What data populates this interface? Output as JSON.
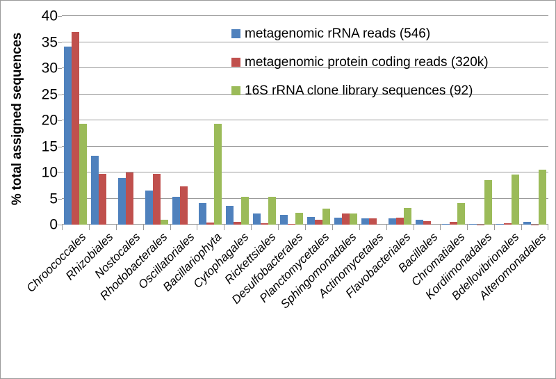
{
  "chart_data": {
    "type": "bar",
    "title": "",
    "xlabel": "",
    "ylabel": "% total assigned sequences",
    "ylim": [
      0,
      40
    ],
    "yticks": [
      0,
      5,
      10,
      15,
      20,
      25,
      30,
      35,
      40
    ],
    "grid": true,
    "legend_position": "top-center-inside",
    "categories": [
      "Chroococcales",
      "Rhizobiales",
      "Nostocales",
      "Rhodobacterales",
      "Oscillatoriales",
      "Bacillariophyta",
      "Cytophagales",
      "Rickettsiales",
      "Desulfobacterales",
      "Planctomycetales",
      "Sphingomonadales",
      "Actinomycetales",
      "Flavobacteriales",
      "Bacillales",
      "Chromatiales",
      "Kordiimonadales",
      "Bdellovibrionales",
      "Alteromonadales"
    ],
    "series": [
      {
        "name": "metagenomic rRNA reads (546)",
        "color": "#4f81bd",
        "values": [
          34.2,
          13.2,
          8.9,
          6.6,
          5.4,
          4.2,
          3.6,
          2.1,
          1.9,
          1.5,
          1.4,
          1.2,
          1.2,
          1.0,
          0.2,
          0.15,
          0.1,
          0.5
        ]
      },
      {
        "name": "metagenomic protein coding reads (320k)",
        "color": "#c0504d",
        "values": [
          36.9,
          9.7,
          10.0,
          9.8,
          7.4,
          0.4,
          0.6,
          0.25,
          0.1,
          0.9,
          2.1,
          1.2,
          1.4,
          0.7,
          0.5,
          0.05,
          0.25,
          0.05
        ]
      },
      {
        "name": "16S rRNA clone library sequences (92)",
        "color": "#9bbb59",
        "values": [
          19.4,
          0,
          0,
          1.0,
          0,
          19.4,
          5.3,
          5.35,
          2.3,
          3.1,
          2.2,
          0,
          3.2,
          0,
          4.2,
          8.6,
          9.6,
          10.6
        ]
      }
    ]
  },
  "axis": {
    "y_title": "% total assigned sequences"
  }
}
